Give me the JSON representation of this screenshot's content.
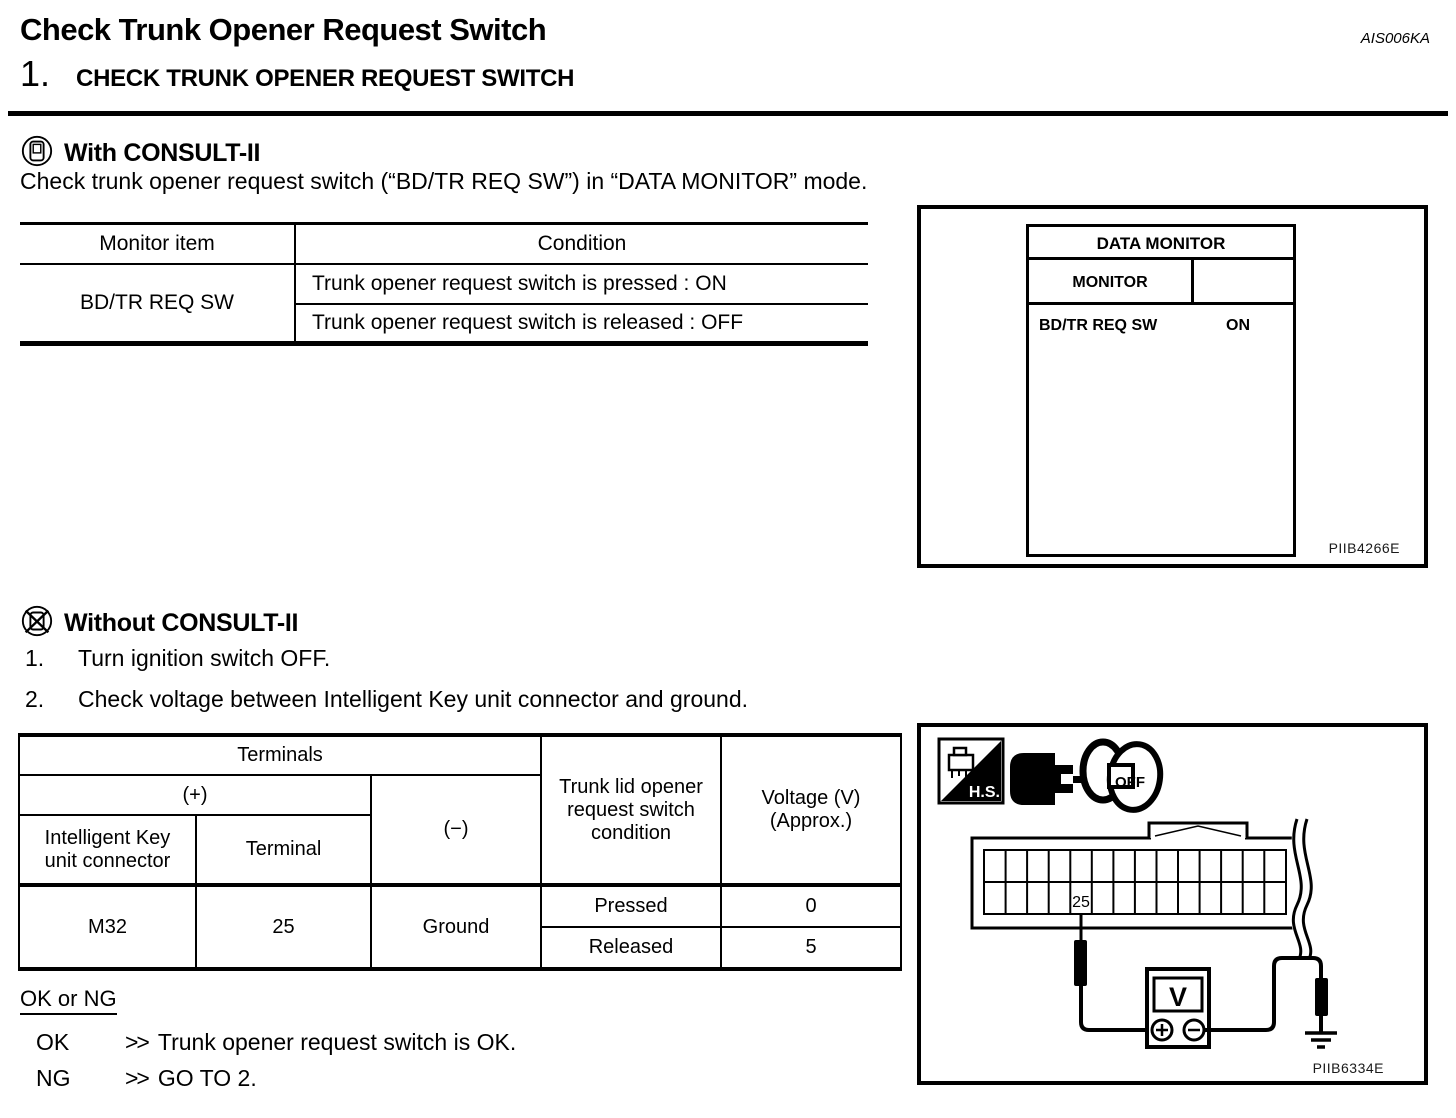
{
  "header": {
    "title": "Check Trunk Opener Request Switch",
    "code": "AIS006KA",
    "step_number": "1.",
    "step_title": "CHECK TRUNK OPENER REQUEST SWITCH"
  },
  "with_consult": {
    "heading": "With CONSULT-II",
    "instruction": "Check trunk opener request switch (“BD/TR REQ SW”) in “DATA MONITOR” mode.",
    "monitor_table": {
      "col_monitor_item": "Monitor item",
      "col_condition": "Condition",
      "monitor_item": "BD/TR REQ SW",
      "conditions": [
        "Trunk opener request switch is pressed : ON",
        "Trunk opener request switch is released : OFF"
      ]
    },
    "figure": {
      "screen_title": "DATA MONITOR",
      "column_header": "MONITOR",
      "item": "BD/TR REQ SW",
      "value": "ON",
      "code": "PIIB4266E"
    }
  },
  "without_consult": {
    "heading": "Without CONSULT-II",
    "steps": [
      {
        "number": "1.",
        "text": "Turn ignition switch OFF."
      },
      {
        "number": "2.",
        "text": "Check voltage between Intelligent Key unit connector and ground."
      }
    ],
    "voltage_table": {
      "terminals_header": "Terminals",
      "plus_header": "(+)",
      "minus_header": "(−)",
      "connector_col_header": "Intelligent Key unit connector",
      "terminal_col_header": "Terminal",
      "condition_col_header": "Trunk lid opener request switch condition",
      "voltage_col_header": "Voltage (V) (Approx.)",
      "connector": "M32",
      "terminal": "25",
      "minus_value": "Ground",
      "rows": [
        {
          "condition": "Pressed",
          "voltage": "0"
        },
        {
          "condition": "Released",
          "voltage": "5"
        }
      ]
    },
    "figure": {
      "hs_label": "H.S.",
      "key_label": "OFF",
      "terminal_label": "25",
      "meter_label": "V",
      "code": "PIIB6334E"
    },
    "result": {
      "heading": "OK or NG",
      "outcomes": [
        {
          "label": "OK",
          "arrow": ">>",
          "text": "Trunk opener request switch is OK."
        },
        {
          "label": "NG",
          "arrow": ">>",
          "text": "GO TO 2."
        }
      ]
    }
  },
  "icons": {
    "with_consult": "consult-ii-icon",
    "without_consult": "consult-ii-crossed-icon",
    "hs": "harness-connector-hs-icon",
    "plug": "disconnected-connector-icon",
    "key": "ignition-key-off-icon",
    "meter": "voltmeter-icon",
    "ground": "ground-icon"
  }
}
